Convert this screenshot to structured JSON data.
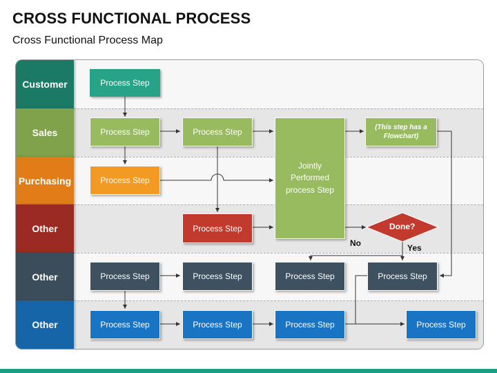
{
  "header": {
    "title": "CROSS FUNCTIONAL PROCESS",
    "subtitle": "Cross Functional Process Map"
  },
  "lanes": [
    {
      "label": "Customer",
      "color": "#1a7a65"
    },
    {
      "label": "Sales",
      "color": "#7fa24a"
    },
    {
      "label": "Purchasing",
      "color": "#e07d16"
    },
    {
      "label": "Other",
      "color": "#9b2a22"
    },
    {
      "label": "Other",
      "color": "#3b4d5b"
    },
    {
      "label": "Other",
      "color": "#1565a8"
    }
  ],
  "steps": {
    "customer_1": "Process Step",
    "sales_1": "Process Step",
    "sales_2": "Process Step",
    "sales_note": "(This step has a Flowchart)",
    "purchasing_1": "Process Step",
    "jointly": "Jointly Performed process Step",
    "other1_1": "Process Step",
    "decision": "Done?",
    "decision_no": "No",
    "decision_yes": "Yes",
    "other2_1": "Process Step",
    "other2_2": "Process Step",
    "other2_3": "Process Step",
    "other2_4": "Process Step",
    "other3_1": "Process Step",
    "other3_2": "Process Step",
    "other3_3": "Process Step",
    "other3_4": "Process Step"
  },
  "colors": {
    "teal": "#27a488",
    "green": "#98bb5f",
    "orange": "#f39a25",
    "red": "#c23a2e",
    "slate": "#3e5160",
    "blue": "#1a74c4",
    "accent_bar": "#1a9e86"
  }
}
